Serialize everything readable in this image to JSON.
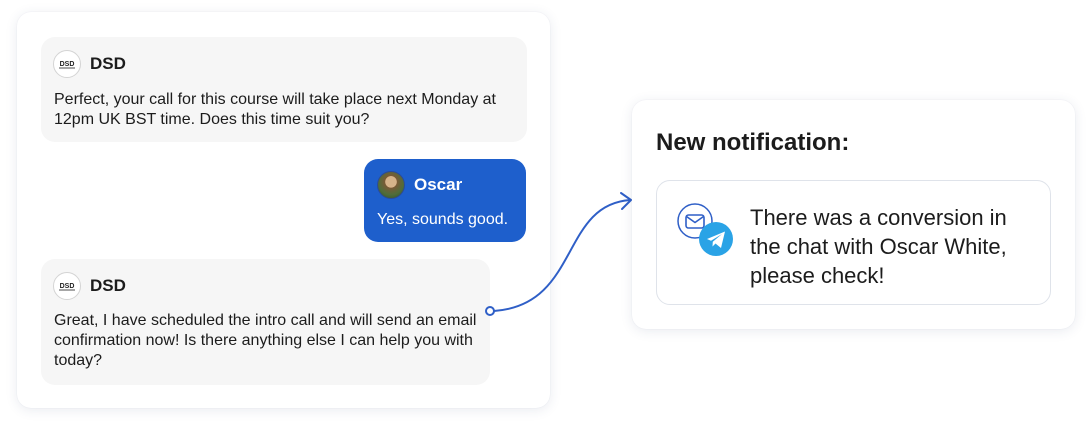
{
  "chat": {
    "messages": [
      {
        "sender": "DSD",
        "text": "Perfect, your call for this course will take place next Monday at 12pm UK BST time. Does this time suit you?"
      },
      {
        "sender": "Oscar",
        "text": "Yes, sounds good."
      },
      {
        "sender": "DSD",
        "text": "Great, I have scheduled the intro call and will send an email confirmation now! Is there anything else I can help you with today?"
      }
    ],
    "logo_text": "DSD",
    "colors": {
      "user_bubble": "#1e5fcc",
      "bot_bubble": "#f6f6f6",
      "connector": "#2f5fc7"
    }
  },
  "notification": {
    "title": "New notification:",
    "message": "There was a conversion in the chat with Oscar White, please check!",
    "icons": [
      "mail-icon",
      "telegram-icon"
    ],
    "colors": {
      "telegram": "#2aa3e6",
      "mail_outline": "#2f5fc7"
    }
  }
}
